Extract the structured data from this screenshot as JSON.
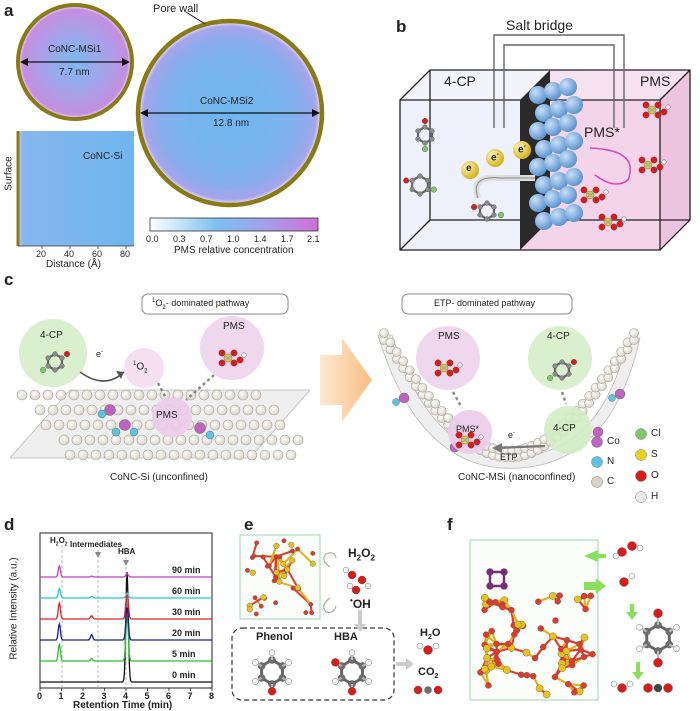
{
  "panels": {
    "a": "a",
    "b": "b",
    "c": "c",
    "d": "d",
    "e": "e",
    "f": "f"
  },
  "panel_a": {
    "msi1_label": "CoNC-MSi1",
    "msi1_size": "7.7 nm",
    "msi2_label": "CoNC-MSi2",
    "msi2_size": "12.8 nm",
    "pore_wall": "Pore wall",
    "si_label": "CoNC-Si",
    "y_label": "Surface",
    "x_label": "Distance (Å)",
    "x_ticks": [
      "20",
      "40",
      "60",
      "80"
    ],
    "colorbar_ticks": [
      "0.0",
      "0.3",
      "0.7",
      "1.0",
      "1.4",
      "1.7",
      "2.1"
    ],
    "colorbar_label": "PMS relative concentration"
  },
  "panel_b": {
    "salt_bridge": "Salt bridge",
    "left": "4-CP",
    "right": "PMS",
    "pms_star": "PMS*",
    "electron": "e",
    "electron_sup": "-"
  },
  "panel_c": {
    "left_title_sup": "1",
    "left_title": "O",
    "left_title_sub": "2",
    "left_title_rest": "- dominated pathway",
    "right_title": "ETP- dominated pathway",
    "cp": "4-CP",
    "pms": "PMS",
    "o2_sup": "1",
    "o2": "O",
    "o2_sub": "2",
    "e": "e",
    "e_sup": "-",
    "pms_star": "PMS*",
    "etp": "ETP",
    "left_caption": "CoNC-Si (unconfined)",
    "right_caption": "CoNC-MSi (nanoconfined)",
    "legend": [
      {
        "label": "Co",
        "color": "#c063c0"
      },
      {
        "label": "Cl",
        "color": "#7cc86a"
      },
      {
        "label": "N",
        "color": "#5bc4e0"
      },
      {
        "label": "S",
        "color": "#e8d21a"
      },
      {
        "label": "O",
        "color": "#d81b1b"
      },
      {
        "label": "C",
        "color": "#d8d2c8"
      },
      {
        "label": "H",
        "color": "#e8e8e8"
      }
    ]
  },
  "panel_d": {
    "ylabel": "Relative Intensity (a.u.)",
    "xlabel": "Retention Time (min)",
    "ann_h2o2": "H",
    "ann_h2o2_sub1": "2",
    "ann_h2o2_o": "O",
    "ann_h2o2_sub2": "2",
    "ann_intermediates": "Intermediates",
    "ann_hba": "HBA"
  },
  "chart_data": {
    "type": "line",
    "title": "",
    "xlabel": "Retention Time (min)",
    "ylabel": "Relative Intensity (a.u.)",
    "xlim": [
      0,
      8
    ],
    "x_ticks": [
      0,
      1,
      2,
      3,
      4,
      5,
      6,
      7,
      8
    ],
    "peaks": {
      "H2O2": 0.9,
      "Intermediates": 2.4,
      "HBA": 4.05
    },
    "series": [
      {
        "name": "0 min",
        "color": "#111111",
        "peak_heights": [
          0.0,
          0.0,
          1.0
        ]
      },
      {
        "name": "5 min",
        "color": "#2bbf2b",
        "peak_heights": [
          0.35,
          0.05,
          0.95
        ]
      },
      {
        "name": "20 min",
        "color": "#1a1aa8",
        "peak_heights": [
          0.45,
          0.15,
          0.9
        ]
      },
      {
        "name": "30 min",
        "color": "#e02020",
        "peak_heights": [
          0.5,
          0.1,
          0.85
        ]
      },
      {
        "name": "60 min",
        "color": "#22c8d8",
        "peak_heights": [
          0.3,
          0.05,
          0.15
        ]
      },
      {
        "name": "90 min",
        "color": "#c040c0",
        "peak_heights": [
          0.35,
          0.03,
          0.1
        ]
      }
    ]
  },
  "panel_e": {
    "h2o2": "H",
    "h2o2_sub1": "2",
    "h2o2_o": "O",
    "h2o2_sub2": "2",
    "oh": "OH",
    "oh_dot": "•",
    "phenol": "Phenol",
    "hba": "HBA",
    "h2o": "H",
    "h2o_sub": "2",
    "h2o_o": "O",
    "co2": "CO",
    "co2_sub": "2"
  },
  "colors": {
    "gold": "#8a7a16",
    "blue_fill": "#70b8ec",
    "purple": "#c07ad8",
    "pink_box": "#f3d4ea"
  }
}
